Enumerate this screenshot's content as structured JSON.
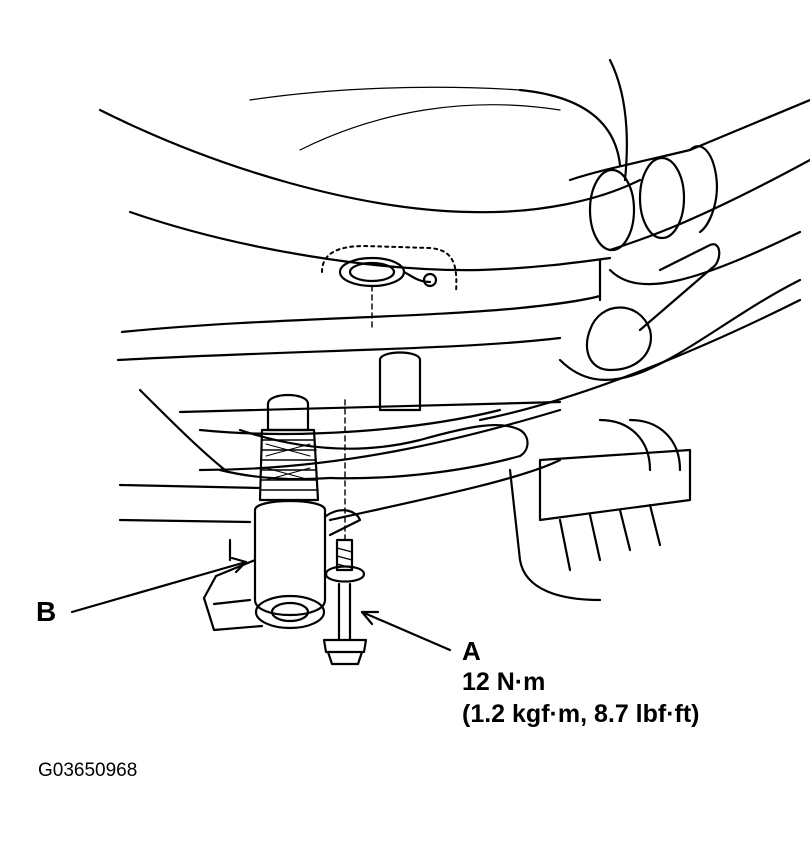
{
  "callouts": {
    "a": "A",
    "b": "B"
  },
  "torque": {
    "line1": "12 N·m",
    "line2": "(1.2 kgf·m, 8.7 lbf·ft)"
  },
  "figure_id": "G03650968"
}
